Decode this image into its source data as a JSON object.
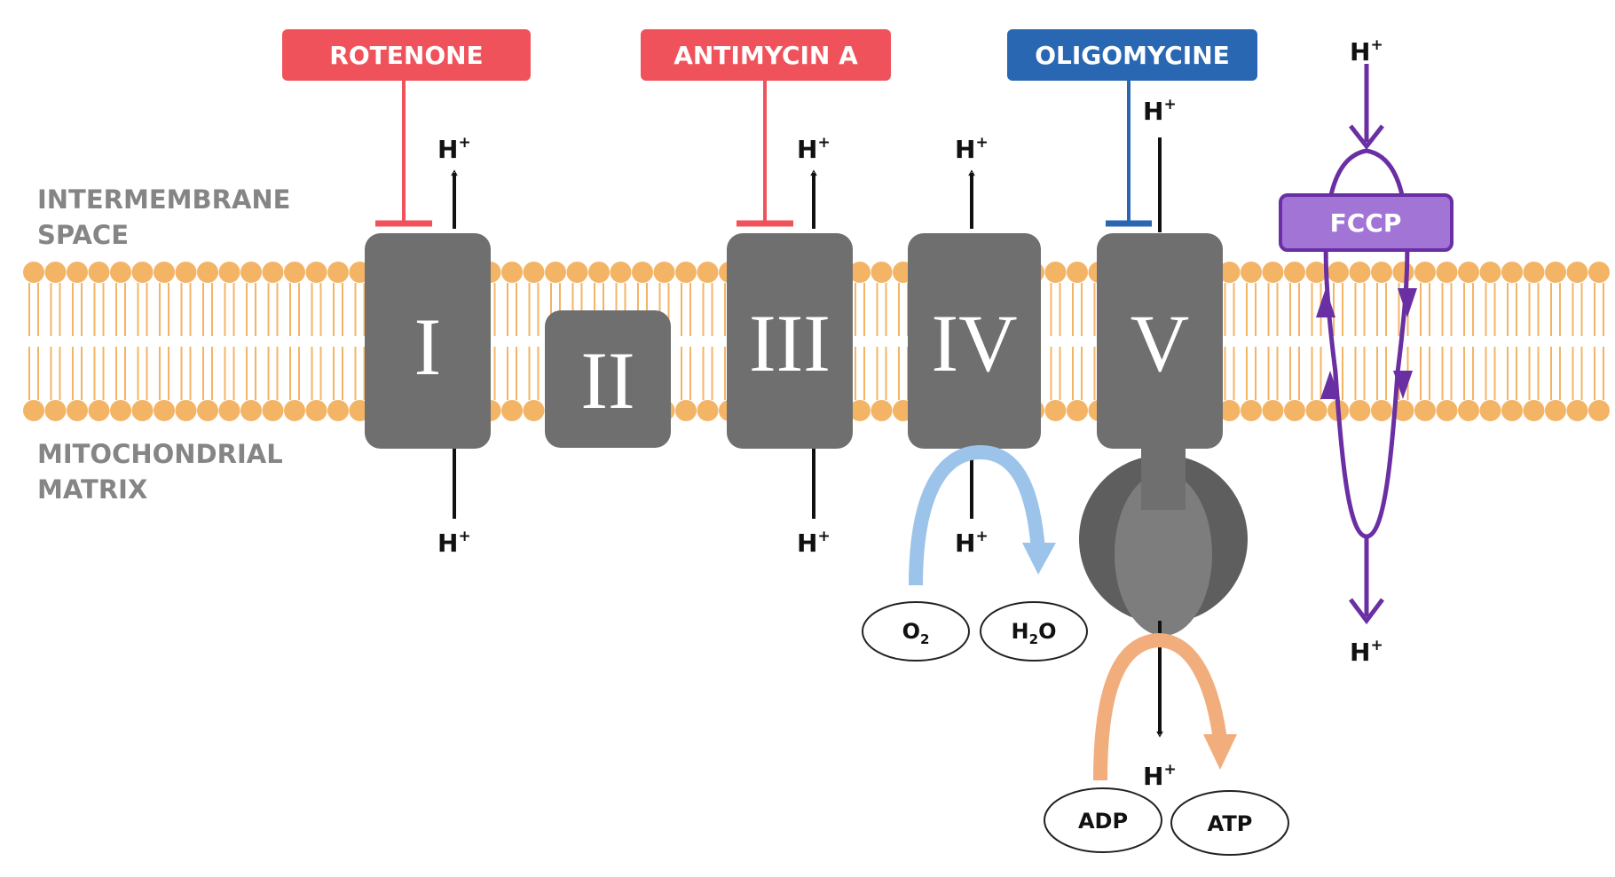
{
  "labels": {
    "intermembrane_line1": "INTERMEMBRANE",
    "intermembrane_line2": "SPACE",
    "matrix_line1": "MITOCHONDRIAL",
    "matrix_line2": "MATRIX"
  },
  "inhibitors": {
    "rotenone": "ROTENONE",
    "antimycin": "ANTIMYCIN A",
    "oligomycine": "OLIGOMYCINE",
    "fccp": "FCCP"
  },
  "complexes": {
    "c1": "I",
    "c2": "II",
    "c3": "III",
    "c4": "IV",
    "c5": "V"
  },
  "proton": {
    "symbol": "H",
    "charge": "+"
  },
  "molecules": {
    "o2_base": "O",
    "o2_sub": "2",
    "h2o_h": "H",
    "h2o_sub": "2",
    "h2o_o": "O",
    "adp": "ADP",
    "atp": "ATP"
  },
  "colors": {
    "inhibitor_red": "#f0525b",
    "oligomycine_blue": "#2a67b3",
    "fccp_purple": "#a274d6",
    "fccp_line": "#6a2fa3",
    "complex_gray": "#6f6f6f",
    "membrane_orange": "#f4b466",
    "o2_arrow_blue": "#9cc3e9",
    "adp_arrow_orange": "#f2ad7c"
  }
}
